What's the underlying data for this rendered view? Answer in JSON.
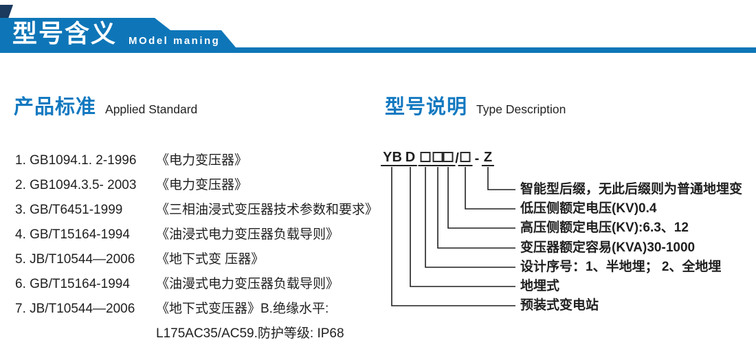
{
  "colors": {
    "banner_blue": "#0e76b8",
    "accent_navy": "#1b3a5e",
    "heading_blue": "#1379c0",
    "ink": "#1f1f1f"
  },
  "header": {
    "title_cn": "型号含义",
    "title_en": "MOdel maning"
  },
  "left": {
    "heading_cn": "产品标准",
    "heading_en": "Applied Standard",
    "standards": [
      {
        "code": "1. GB1094.1. 2-1996",
        "title": "《电力变压器》"
      },
      {
        "code": "2. GB1094.3.5- 2003",
        "title": "《电力变压器》"
      },
      {
        "code": "3. GB/T6451-1999",
        "title": "《三相油浸式变压器技术参数和要求》"
      },
      {
        "code": "4. GB/T15164-1994",
        "title": "《油浸式电力变压器负载导则》"
      },
      {
        "code": "5. JB/T10544—2006",
        "title": "《地下式变 压器》"
      },
      {
        "code": "6. GB/T15164-1994",
        "title": "《油漫式电力变压器负载导则》"
      },
      {
        "code": "7. JB/T10544—2006",
        "title": "《地下式变压器》B.绝缘水平:"
      },
      {
        "code": "",
        "title": "L175AC35/AC59.防护等级: IP68"
      }
    ]
  },
  "right": {
    "heading_cn": "型号说明",
    "heading_en": "Type Description",
    "model_code": {
      "parts": [
        {
          "kind": "text",
          "text": "YB"
        },
        {
          "kind": "text",
          "text": "D"
        },
        {
          "kind": "box"
        },
        {
          "kind": "box"
        },
        {
          "kind": "box"
        },
        {
          "kind": "sep",
          "text": "/"
        },
        {
          "kind": "box"
        },
        {
          "kind": "sep",
          "text": "-"
        },
        {
          "kind": "text",
          "text": "Z"
        }
      ]
    },
    "labels": [
      "智能型后缀，无此后缀则为普通地埋变",
      "低压侧额定电压(KV)0.4",
      "高压侧额定电压(KV):6.3、12",
      "变压器额定容易(KVA)30-1000",
      "设计序号：1、半地埋； 2、全地埋",
      "地埋式",
      "预装式变电站"
    ]
  }
}
